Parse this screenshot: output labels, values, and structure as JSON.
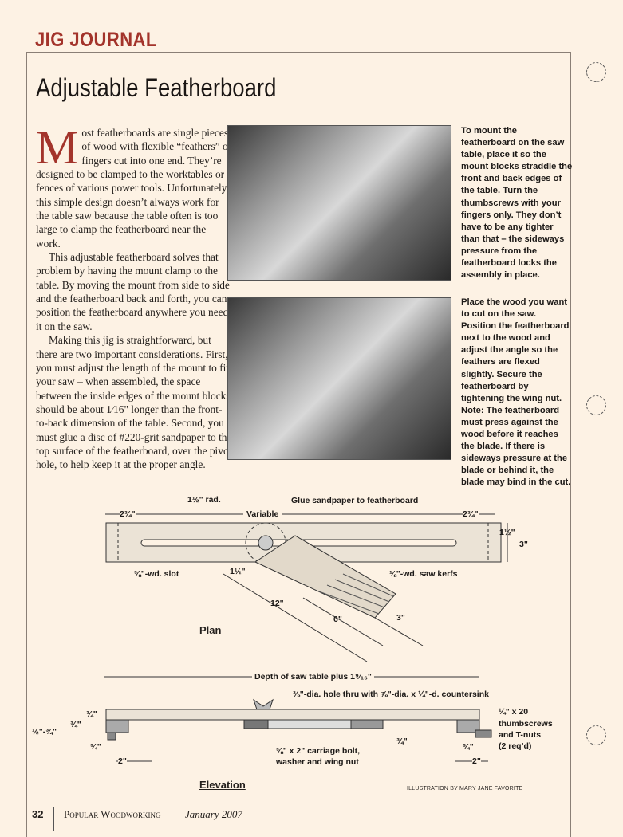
{
  "header": {
    "kicker": "JIG JOURNAL",
    "title": "Adjustable Featherboard"
  },
  "article": {
    "dropcap": "M",
    "paragraphs": [
      "ost featherboards are single pieces of wood with flexible “feathers” or fingers cut into one end. They’re designed to be clamped to the worktables or fences of various power tools. Unfortunately, this simple design doesn’t always work for the table saw because the table often is too large to clamp the featherboard near the work.",
      "This adjustable featherboard solves that problem by having the mount clamp to the table. By moving the mount from side to side and the featherboard back and forth, you can position the featherboard anywhere you need it on the saw.",
      "Making this jig is straightforward, but there are two important considerations. First, you must adjust the length of the mount to fit your saw – when assembled, the space between the inside edges of the mount blocks should be about 1⁄16\" longer than the front-to-back dimension of the table. Second, you must glue a disc of #220-grit sandpaper to the top surface of the featherboard, over the pivot hole, to help keep it at the proper angle."
    ]
  },
  "captions": [
    "To mount the featherboard on the saw table, place it so the mount blocks straddle the front and back edges of the table. Turn the thumbscrews with your fingers only. They don’t have to be any tighter than that – the sideways pressure from the featherboard locks the assembly in place.",
    "Place the wood you want to cut on the saw. Position the featherboard next to the wood and adjust the angle so the feathers are flexed slightly. Secure the featherboard by tightening the wing nut. Note: The featherboard must press against the wood before it reaches the blade. If there is sideways pressure at the blade or behind it, the blade may bind in the cut."
  ],
  "plan": {
    "heading": "Plan",
    "labels": {
      "radius": "1½\" rad.",
      "glue": "Glue sandpaper to featherboard",
      "left_end": "2¾\"",
      "variable": "Variable",
      "right_end": "2¾\"",
      "h1": "1½\"",
      "h2": "3\"",
      "slot": "⅜\"-wd. slot",
      "pivot": "1½\"",
      "kerfs": "⅛\"-wd. saw kerfs",
      "len12": "12\"",
      "len6": "6\"",
      "w3": "3\""
    }
  },
  "elevation": {
    "heading": "Elevation",
    "labels": {
      "depth": "Depth of saw table plus 1⁹⁄₁₆\"",
      "hole": "⅜\"-dia. hole thru with ⅞\"-dia. x ¼\"-d. countersink",
      "a": "¾\"",
      "b": "¾\"",
      "c": "½\"-¾\"",
      "d": "¾\"",
      "e": "2\"",
      "bolt1": "⅜\" x 2\" carriage bolt,",
      "bolt2": "washer and wing nut",
      "f": "¾\"",
      "g": "¾\"",
      "h": "2\"",
      "ts1": "¼\" x 20",
      "ts2": "thumbscrews",
      "ts3": "and T-nuts",
      "ts4": "(2 req’d)"
    }
  },
  "credit": "ILLUSTRATION BY MARY JANE FAVORITE",
  "footer": {
    "page": "32",
    "publication": "Popular Woodworking",
    "issue": "January 2007"
  },
  "colors": {
    "accent": "#a3342b",
    "paper": "#fdf2e4"
  }
}
